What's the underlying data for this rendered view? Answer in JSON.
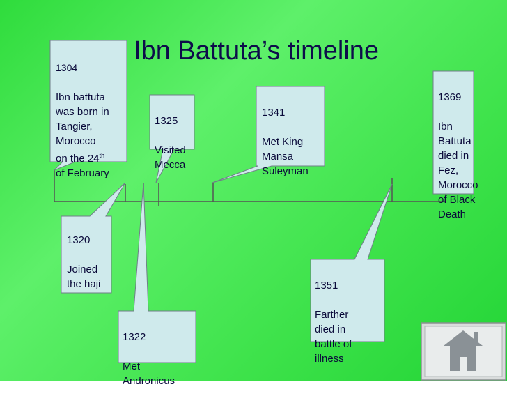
{
  "title": "Ibn Battuta’s timeline",
  "events": [
    {
      "id": "1304",
      "year": "1304",
      "text": "Ibn battuta\nwas born in\nTangier,\nMorocco\non the 24",
      "sup": "th",
      "tail": "of February"
    },
    {
      "id": "1320",
      "year": "1320",
      "text": "Joined\nthe haji"
    },
    {
      "id": "1322",
      "year": "1322",
      "text": "Met\nAndronicus"
    },
    {
      "id": "1325",
      "year": "1325",
      "text": "Visited\nMecca"
    },
    {
      "id": "1341",
      "year": "1341",
      "text": "Met King\nMansa\nSuleyman"
    },
    {
      "id": "1351",
      "year": "1351",
      "text": "Farther\ndied in\nbattle of\nillness"
    },
    {
      "id": "1369",
      "year": "1369",
      "text": "Ibn\nBattuta\ndied in\nFez,\nMorocco\nof Black\nDeath"
    }
  ],
  "colors": {
    "background": "#3de24a",
    "callout_fill": "#cfeaec",
    "callout_stroke": "#6f7f88",
    "title": "#0d0d4a"
  },
  "nav": {
    "home_icon": "home-icon"
  }
}
